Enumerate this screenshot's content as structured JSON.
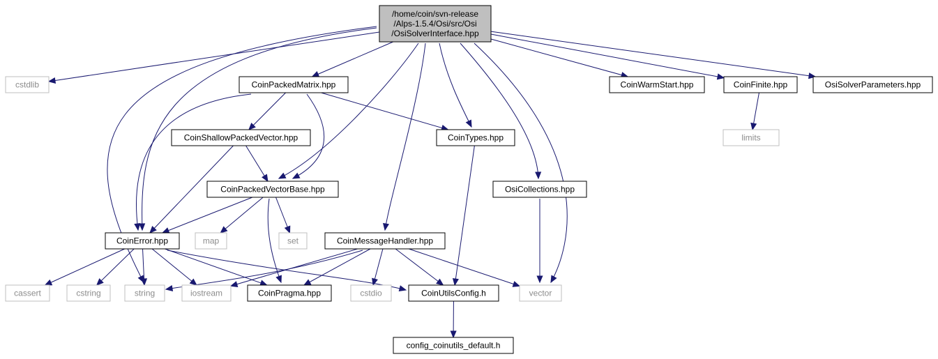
{
  "graph": {
    "nodes": [
      {
        "id": "root",
        "lines": [
          "/home/coin/svn-release",
          "/Alps-1.5.4/Osi/src/Osi",
          "/OsiSolverInterface.hpp"
        ],
        "style": "root"
      },
      {
        "id": "cstdlib",
        "lines": [
          "cstdlib"
        ],
        "style": "faded"
      },
      {
        "id": "CoinPackedMatrix",
        "lines": [
          "CoinPackedMatrix.hpp"
        ],
        "style": "solid"
      },
      {
        "id": "CoinWarmStart",
        "lines": [
          "CoinWarmStart.hpp"
        ],
        "style": "solid"
      },
      {
        "id": "CoinFinite",
        "lines": [
          "CoinFinite.hpp"
        ],
        "style": "solid"
      },
      {
        "id": "OsiSolverParameters",
        "lines": [
          "OsiSolverParameters.hpp"
        ],
        "style": "solid"
      },
      {
        "id": "CoinShallowPackedVector",
        "lines": [
          "CoinShallowPackedVector.hpp"
        ],
        "style": "solid"
      },
      {
        "id": "CoinTypes",
        "lines": [
          "CoinTypes.hpp"
        ],
        "style": "solid"
      },
      {
        "id": "limits",
        "lines": [
          "limits"
        ],
        "style": "faded"
      },
      {
        "id": "CoinPackedVectorBase",
        "lines": [
          "CoinPackedVectorBase.hpp"
        ],
        "style": "solid"
      },
      {
        "id": "OsiCollections",
        "lines": [
          "OsiCollections.hpp"
        ],
        "style": "solid"
      },
      {
        "id": "CoinError",
        "lines": [
          "CoinError.hpp"
        ],
        "style": "solid"
      },
      {
        "id": "map",
        "lines": [
          "map"
        ],
        "style": "faded"
      },
      {
        "id": "set",
        "lines": [
          "set"
        ],
        "style": "faded"
      },
      {
        "id": "CoinMessageHandler",
        "lines": [
          "CoinMessageHandler.hpp"
        ],
        "style": "solid"
      },
      {
        "id": "cassert",
        "lines": [
          "cassert"
        ],
        "style": "faded"
      },
      {
        "id": "cstring",
        "lines": [
          "cstring"
        ],
        "style": "faded"
      },
      {
        "id": "string",
        "lines": [
          "string"
        ],
        "style": "faded"
      },
      {
        "id": "iostream",
        "lines": [
          "iostream"
        ],
        "style": "faded"
      },
      {
        "id": "CoinPragma",
        "lines": [
          "CoinPragma.hpp"
        ],
        "style": "solid"
      },
      {
        "id": "cstdio",
        "lines": [
          "cstdio"
        ],
        "style": "faded"
      },
      {
        "id": "CoinUtilsConfig",
        "lines": [
          "CoinUtilsConfig.h"
        ],
        "style": "solid"
      },
      {
        "id": "vector",
        "lines": [
          "vector"
        ],
        "style": "faded"
      },
      {
        "id": "config_coinutils_default",
        "lines": [
          "config_coinutils_default.h"
        ],
        "style": "solid"
      }
    ],
    "edges": [
      {
        "from": "root",
        "to": "cstdlib"
      },
      {
        "from": "root",
        "to": "CoinPackedMatrix"
      },
      {
        "from": "root",
        "to": "CoinWarmStart"
      },
      {
        "from": "root",
        "to": "CoinFinite"
      },
      {
        "from": "root",
        "to": "OsiSolverParameters"
      },
      {
        "from": "root",
        "to": "CoinTypes"
      },
      {
        "from": "root",
        "to": "CoinPackedVectorBase"
      },
      {
        "from": "root",
        "to": "OsiCollections"
      },
      {
        "from": "root",
        "to": "CoinError"
      },
      {
        "from": "root",
        "to": "CoinMessageHandler"
      },
      {
        "from": "root",
        "to": "string"
      },
      {
        "from": "root",
        "to": "vector"
      },
      {
        "from": "CoinPackedMatrix",
        "to": "CoinShallowPackedVector"
      },
      {
        "from": "CoinPackedMatrix",
        "to": "CoinTypes"
      },
      {
        "from": "CoinPackedMatrix",
        "to": "CoinPackedVectorBase"
      },
      {
        "from": "CoinPackedMatrix",
        "to": "CoinError"
      },
      {
        "from": "CoinFinite",
        "to": "limits"
      },
      {
        "from": "CoinShallowPackedVector",
        "to": "CoinPackedVectorBase"
      },
      {
        "from": "CoinShallowPackedVector",
        "to": "CoinError"
      },
      {
        "from": "CoinTypes",
        "to": "CoinUtilsConfig"
      },
      {
        "from": "CoinPackedVectorBase",
        "to": "CoinError"
      },
      {
        "from": "CoinPackedVectorBase",
        "to": "map"
      },
      {
        "from": "CoinPackedVectorBase",
        "to": "set"
      },
      {
        "from": "CoinPackedVectorBase",
        "to": "CoinPragma"
      },
      {
        "from": "OsiCollections",
        "to": "vector"
      },
      {
        "from": "CoinError",
        "to": "cassert"
      },
      {
        "from": "CoinError",
        "to": "cstring"
      },
      {
        "from": "CoinError",
        "to": "string"
      },
      {
        "from": "CoinError",
        "to": "iostream"
      },
      {
        "from": "CoinError",
        "to": "CoinPragma"
      },
      {
        "from": "CoinError",
        "to": "CoinUtilsConfig"
      },
      {
        "from": "CoinMessageHandler",
        "to": "string"
      },
      {
        "from": "CoinMessageHandler",
        "to": "iostream"
      },
      {
        "from": "CoinMessageHandler",
        "to": "CoinPragma"
      },
      {
        "from": "CoinMessageHandler",
        "to": "cstdio"
      },
      {
        "from": "CoinMessageHandler",
        "to": "CoinUtilsConfig"
      },
      {
        "from": "CoinMessageHandler",
        "to": "vector"
      },
      {
        "from": "CoinUtilsConfig",
        "to": "config_coinutils_default"
      }
    ]
  },
  "colors": {
    "edge": "#191970",
    "root_fill": "#bfbfbf",
    "solid_border": "#000000",
    "faded_border": "#bfbfbf",
    "faded_text": "#8c8c8c"
  }
}
